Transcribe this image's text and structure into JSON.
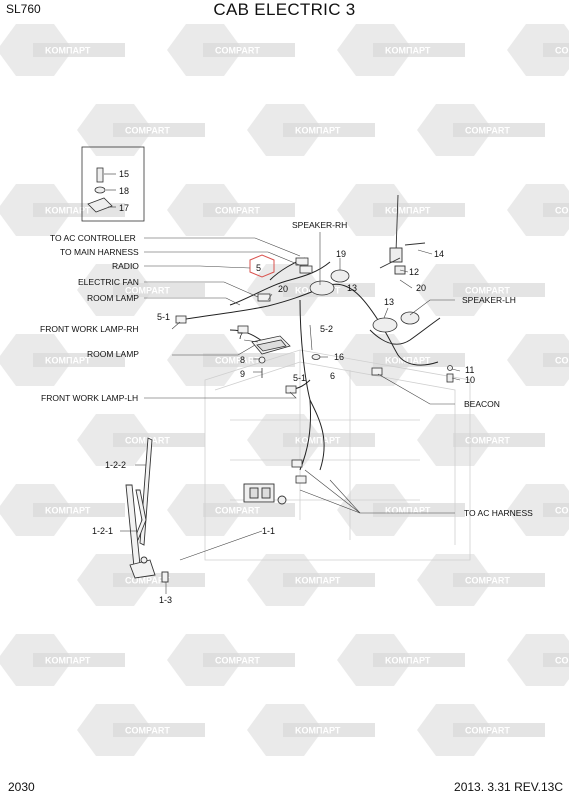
{
  "header": {
    "model": "SL760",
    "title": "CAB ELECTRIC 3"
  },
  "footer": {
    "page": "2030",
    "revision": "2013. 3.31 REV.13C"
  },
  "watermark": {
    "texts": [
      "KOMПАРТ",
      "COMPART"
    ],
    "color": "#d9d9d9"
  },
  "accent": {
    "highlight": "#d9534f"
  },
  "labels": {
    "to_ac_controller": "TO AC CONTROLLER",
    "to_main_harness": "TO MAIN HARNESS",
    "radio": "RADIO",
    "electric_fan": "ELECTRIC FAN",
    "room_lamp_top": "ROOM LAMP",
    "front_work_lamp_rh": "FRONT WORK LAMP-RH",
    "room_lamp_mid": "ROOM LAMP",
    "front_work_lamp_lh": "FRONT WORK LAMP-LH",
    "speaker_rh": "SPEAKER-RH",
    "speaker_lh": "SPEAKER-LH",
    "beacon": "BEACON",
    "to_ac_harness": "TO AC HARNESS"
  },
  "part_numbers": {
    "p15": "15",
    "p18": "18",
    "p17": "17",
    "p5": "5",
    "p20a": "20",
    "p19": "19",
    "p13a": "13",
    "p14": "14",
    "p12": "12",
    "p20b": "20",
    "p13b": "13",
    "p5_1a": "5-1",
    "p5_2": "5-2",
    "p7": "7",
    "p8": "8",
    "p9": "9",
    "p16": "16",
    "p6": "6",
    "p5_1b": "5-1",
    "p11": "11",
    "p10": "10",
    "p1_2_2": "1-2-2",
    "p1_2_1": "1-2-1",
    "p1_1": "1-1",
    "p1_3": "1-3"
  }
}
